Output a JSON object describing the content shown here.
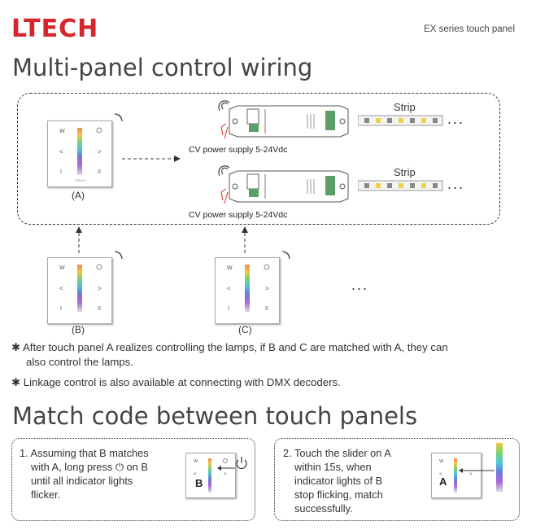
{
  "header": {
    "logo": "LTECH",
    "series": "EX series touch panel"
  },
  "section1": {
    "title": "Multi-panel control wiring",
    "panel_a": "(A)",
    "panel_b": "(B)",
    "panel_c": "(C)",
    "supply1": "CV power supply  5-24Vdc",
    "supply2": "CV power supply  5-24Vdc",
    "strip1": "Strip",
    "strip2": "Strip",
    "more": "...",
    "note1_line1": "After touch panel A realizes controlling the lamps, if B and C are matched with A, they can",
    "note1_line2": "also control the lamps.",
    "note2": "Linkage control is also available at connecting with DMX decoders."
  },
  "section2": {
    "title": "Match code between touch panels",
    "step1_lines": [
      "1. Assuming that B matches",
      "with A, long press ⏻ on B",
      "until all indicator lights",
      "flicker."
    ],
    "step1_panel": "B",
    "step2_lines": [
      "2. Touch the slider on A",
      "within 15s, when",
      "indicator lights of B",
      "stop flicking, match",
      "successfully."
    ],
    "step2_panel": "A"
  },
  "colors": {
    "brand": "#d4262c",
    "text": "#333333"
  },
  "icons": [
    "wifi-signal-icon",
    "power-icon",
    "arrow-left-icon",
    "asterisk-icon"
  ]
}
